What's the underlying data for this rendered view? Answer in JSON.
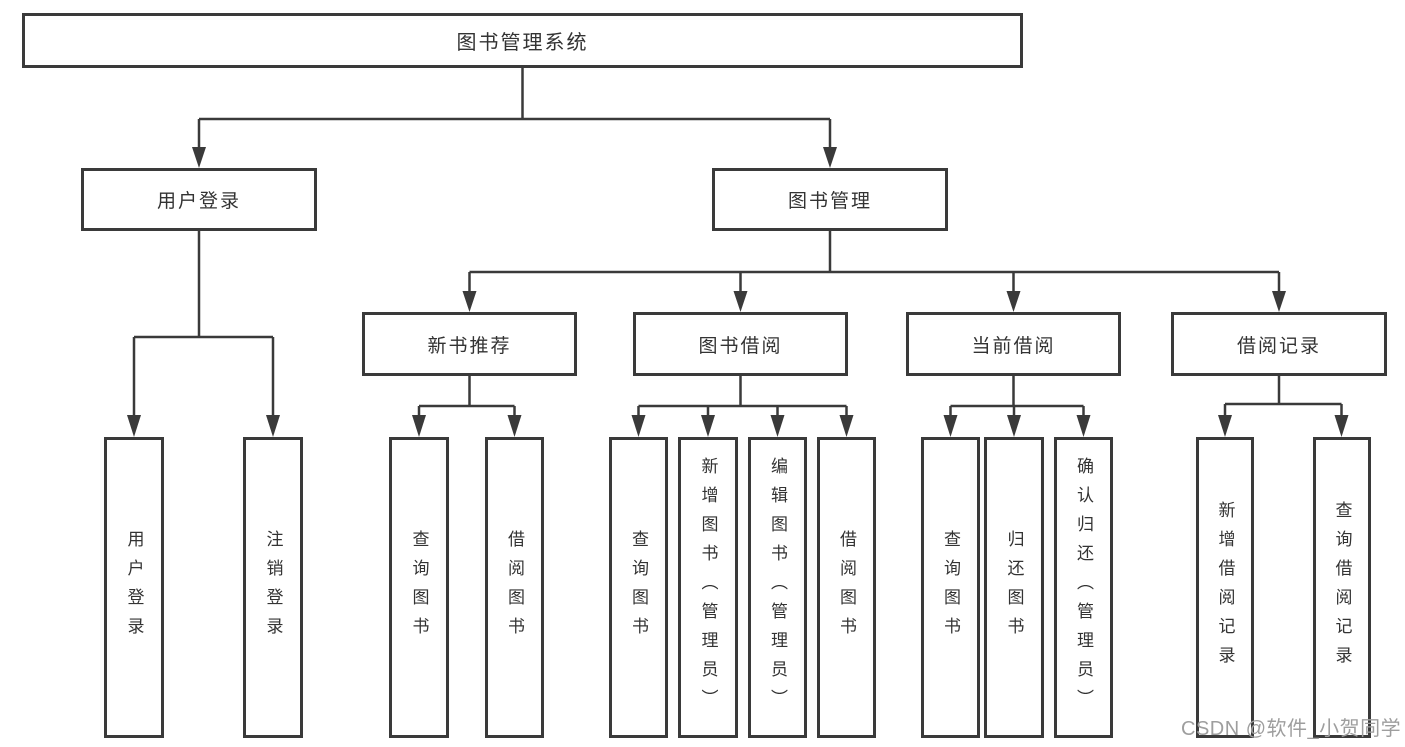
{
  "nodes": {
    "root": "图书管理系统",
    "level2": [
      "用户登录",
      "图书管理"
    ],
    "level3": [
      "新书推荐",
      "图书借阅",
      "当前借阅",
      "借阅记录"
    ],
    "leaves_user": [
      "用户登录",
      "注销登录"
    ],
    "leaves_recommend": [
      "查询图书",
      "借阅图书"
    ],
    "leaves_borrow": [
      "查询图书",
      "新增图书（管理员）",
      "编辑图书（管理员）",
      "借阅图书"
    ],
    "leaves_current": [
      "查询图书",
      "归还图书",
      "确认归还（管理员）"
    ],
    "leaves_records": [
      "新增借阅记录",
      "查询借阅记录"
    ]
  },
  "watermark": "CSDN @软件_小贺同学",
  "colors": {
    "line": "#3a3a3a",
    "text": "#333333",
    "box_fill": "#ffffff",
    "background": "#ffffff",
    "watermark": "#9e9e9e"
  }
}
